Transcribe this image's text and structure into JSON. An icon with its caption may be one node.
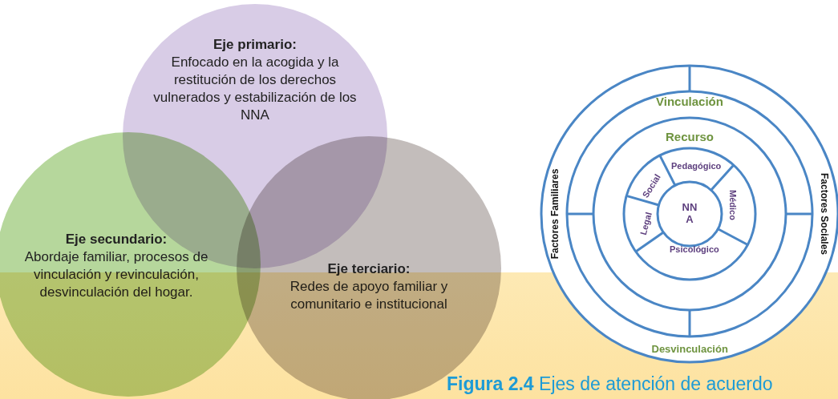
{
  "diagram": {
    "caption": "**Figura 2.4** Ejes de atención de acuerdo",
    "nodes": [
      {
        "text": [
          "Eje primario:",
          "Enfocado en la acogida y la restitución de los derechos vulnerados y estabilización de los NNA"
        ]
      },
      {
        "text": [
          "Eje secundario:",
          "Abordaje familiar, procesos de vinculación y revinculación, desvinculación del hogar."
        ]
      },
      {
        "text": [
          "Eje terciario:",
          "Redes de apoyo familiar y comunitario e institucional"
        ]
      },
      {
        "text": [
          "Vinculación"
        ]
      },
      {
        "text": [
          "Recurso"
        ]
      },
      {
        "text": [
          "Pedagógico"
        ]
      },
      {
        "text": [
          "Factores Familiares"
        ]
      },
      {
        "text": [
          "Social"
        ]
      },
      {
        "text": [
          "Médico"
        ]
      },
      {
        "text": [
          "Factores Sociales"
        ]
      },
      {
        "text": [
          "NN A"
        ]
      },
      {
        "text": [
          "Legal"
        ]
      },
      {
        "text": [
          "Psicológico"
        ]
      },
      {
        "text": [
          "Desvinculación"
        ]
      }
    ]
  }
}
